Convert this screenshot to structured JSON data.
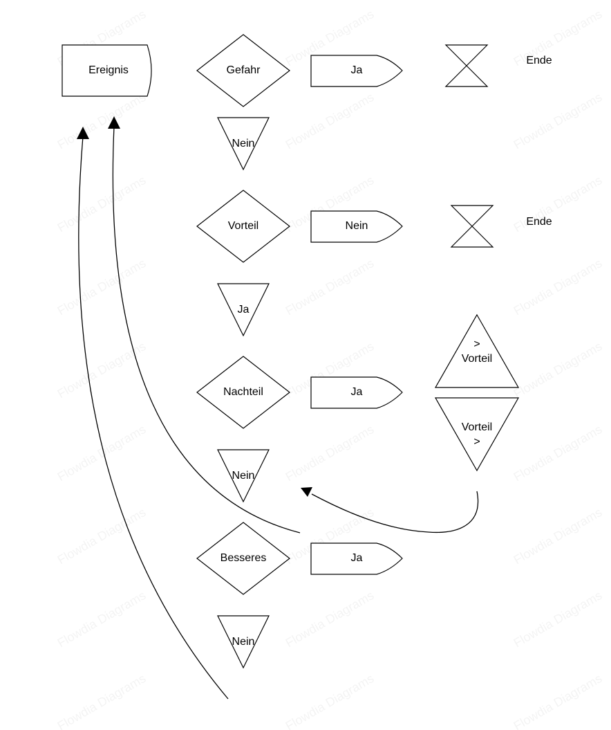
{
  "watermark": "Flowdia Diagrams",
  "colors": {
    "stroke": "#000000",
    "fill": "#ffffff",
    "text": "#000000"
  },
  "nodes": {
    "ereignis": "Ereignis",
    "gefahr": "Gefahr",
    "gefahr_yes": "Ja",
    "gefahr_end": "Ende",
    "gefahr_no": "Nein",
    "vorteil": "Vorteil",
    "vorteil_no": "Nein",
    "vorteil_end": "Ende",
    "vorteil_yes": "Ja",
    "nachteil": "Nachteil",
    "nachteil_yes": "Ja",
    "compare_up_line1": ">",
    "compare_up_line2": "Vorteil",
    "compare_down_line1": "Vorteil",
    "compare_down_line2": ">",
    "nachteil_no": "Nein",
    "besseres": "Besseres",
    "besseres_yes": "Ja",
    "besseres_no": "Nein"
  }
}
